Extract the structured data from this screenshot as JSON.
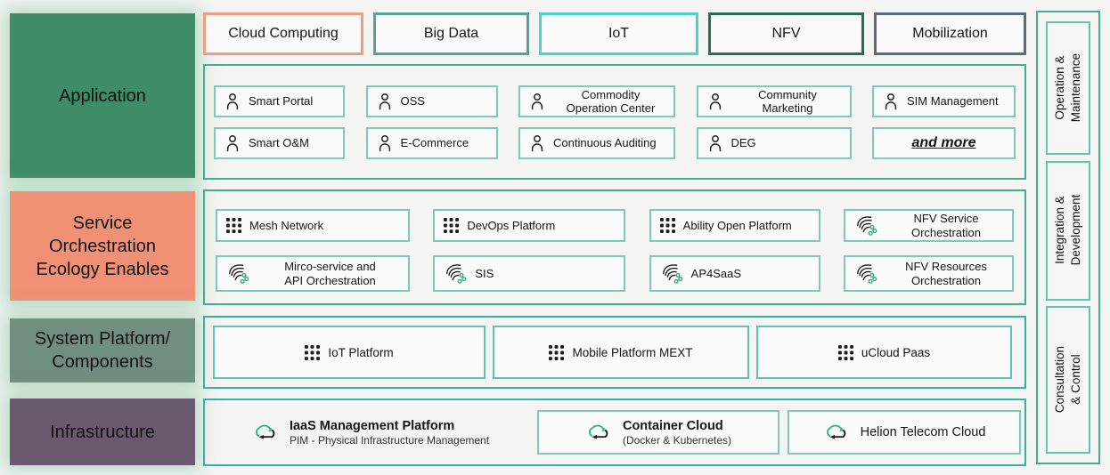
{
  "colors": {
    "page_bg": "#f4f4f3",
    "section_border": "#46ab94",
    "bright_section_border": "#35b3a0",
    "item_border": "#7ecab8",
    "icon_green": "#2fae7d",
    "glow_green": "#7dc396"
  },
  "left_sections": [
    {
      "label": "Application",
      "color": "#3e8c68"
    },
    {
      "label": "Service\nOrchestration\nEcology Enables",
      "color": "#f09176"
    },
    {
      "label": "System Platform/\nComponents",
      "color": "#718f7f"
    },
    {
      "label": "Infrastructure",
      "color": "#6b5a6f"
    }
  ],
  "tabs": [
    {
      "label": "Cloud Computing",
      "color": "#ec9e7e"
    },
    {
      "label": "Big Data",
      "color": "#55a390"
    },
    {
      "label": "IoT",
      "color": "#4ad2cc"
    },
    {
      "label": "NFV",
      "color": "#2e6b52"
    },
    {
      "label": "Mobilization",
      "color": "#5b6b7a"
    }
  ],
  "application_section": {
    "rows": [
      [
        {
          "icon": "person",
          "label": "Smart Portal"
        },
        {
          "icon": "person",
          "label": "OSS"
        },
        {
          "icon": "person",
          "label": "Commodity\nOperation Center"
        },
        {
          "icon": "person",
          "label": "Community\nMarketing"
        },
        {
          "icon": "person",
          "label": "SIM Management"
        }
      ],
      [
        {
          "icon": "person",
          "label": "Smart O&M"
        },
        {
          "icon": "person",
          "label": "E-Commerce"
        },
        {
          "icon": "person",
          "label": "Continuous Auditing"
        },
        {
          "icon": "person",
          "label": "DEG"
        },
        {
          "icon": "none",
          "label": "and more",
          "style": "more"
        }
      ]
    ]
  },
  "service_section": {
    "rows": [
      [
        {
          "icon": "grid",
          "label": "Mesh Network"
        },
        {
          "icon": "grid",
          "label": "DevOps Platform"
        },
        {
          "icon": "grid",
          "label": "Ability Open Platform"
        },
        {
          "icon": "orchestration-swirl",
          "label": "NFV Service\nOrchestration"
        }
      ],
      [
        {
          "icon": "orchestration-swirl",
          "label": "Mirco-service and\nAPI Orchestration"
        },
        {
          "icon": "orchestration-swirl",
          "label": "SIS"
        },
        {
          "icon": "orchestration-swirl",
          "label": "AP4SaaS"
        },
        {
          "icon": "orchestration-swirl",
          "label": "NFV Resources\nOrchestration"
        }
      ]
    ]
  },
  "system_section": {
    "items": [
      {
        "icon": "grid",
        "label": "IoT Platform"
      },
      {
        "icon": "grid",
        "label": "Mobile Platform MEXT"
      },
      {
        "icon": "grid",
        "label": "uCloud Paas"
      }
    ]
  },
  "infrastructure_section": {
    "items": [
      {
        "icon": "cloud-sync",
        "title": "IaaS Management Platform",
        "subtitle": "PIM - Physical Infrastructure Management",
        "boxed": false,
        "bold_title": true
      },
      {
        "icon": "cloud-sync",
        "title": "Container Cloud",
        "subtitle": "(Docker & Kubernetes)",
        "boxed": true,
        "bold_title": true
      },
      {
        "icon": "cloud-sync",
        "title": "Helion Telecom Cloud",
        "subtitle": "",
        "boxed": true,
        "bold_title": false
      }
    ]
  },
  "right_rail": {
    "items": [
      {
        "label": "Operation &\nMaintenance"
      },
      {
        "label": "Integration &\nDevelopment"
      },
      {
        "label": "Consultation & Control"
      }
    ]
  }
}
